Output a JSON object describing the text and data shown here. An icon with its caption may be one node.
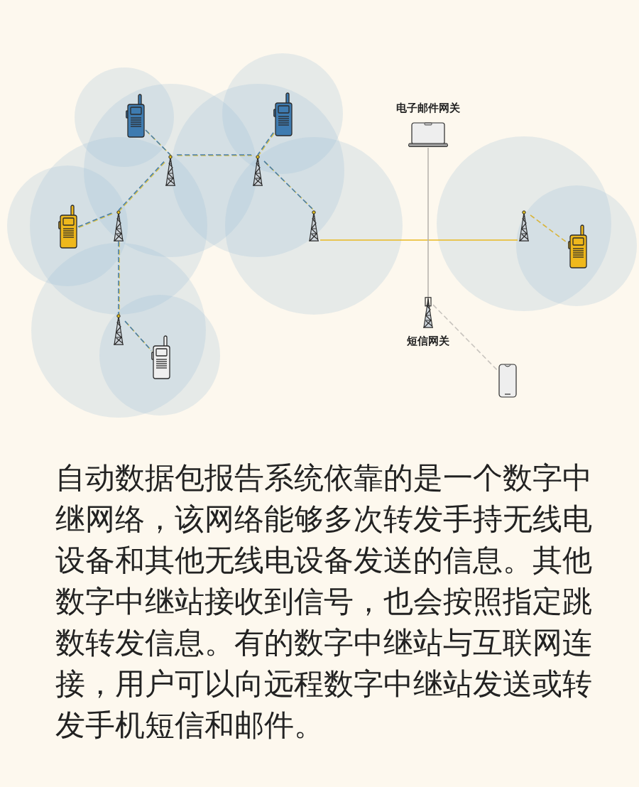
{
  "diagram": {
    "nodes": [
      {
        "text": [],
        "shape": "picture"
      },
      {
        "text": [],
        "shape": "picture"
      },
      {
        "text": [],
        "shape": "picture"
      },
      {
        "text": [],
        "shape": "picture"
      },
      {
        "text": [],
        "shape": "picture"
      },
      {
        "text": [],
        "shape": "picture"
      },
      {
        "text": [],
        "shape": "picture"
      },
      {
        "text": [],
        "shape": "picture"
      },
      {
        "text": [],
        "shape": "picture"
      },
      {
        "text": [],
        "shape": "picture"
      },
      {
        "text": [],
        "shape": "picture"
      },
      {
        "text": [
          "电子邮件网关"
        ]
      },
      {
        "text": [
          "短信网关"
        ]
      },
      {
        "text": [],
        "shape": "picture"
      }
    ],
    "edges": [
      {
        "from": 0,
        "to": 5,
        "arrow": "none",
        "style": "dashed"
      },
      {
        "from": 5,
        "to": 6,
        "arrow": "none",
        "style": "dashed"
      },
      {
        "from": 1,
        "to": 6,
        "arrow": "none",
        "style": "dashed"
      },
      {
        "from": 5,
        "to": 7,
        "arrow": "none",
        "style": "dashed"
      },
      {
        "from": 2,
        "to": 7,
        "arrow": "none",
        "style": "dashed"
      },
      {
        "from": 6,
        "to": 8,
        "arrow": "none",
        "style": "dashed"
      },
      {
        "from": 7,
        "to": 9,
        "arrow": "none",
        "style": "dashed"
      },
      {
        "from": 9,
        "to": 3,
        "arrow": "none",
        "style": "dashed"
      },
      {
        "from": 8,
        "to": 10,
        "arrow": "none",
        "color": "#e8b820"
      },
      {
        "from": 10,
        "to": 4,
        "arrow": "none",
        "style": "dashed",
        "color": "#d8b43a"
      },
      {
        "from": 11,
        "to": 12,
        "arrow": "none",
        "color": "#b8b4ae"
      },
      {
        "from": 12,
        "to": 13,
        "arrow": "none",
        "style": "dashed",
        "color": "#c8c4be"
      }
    ],
    "labels": [
      "自动数据包报告系统依靠的是一个数字中继网络，该网络能够多次转发手持无线电设备和其他无线电设备发送的信息。其他数字中继站接收到信号，也会按照指定跳数转发信息。有的数字中继站与互联网连接，用户可以向远程数字中继站发送或转发手机短信和邮件。"
    ]
  }
}
